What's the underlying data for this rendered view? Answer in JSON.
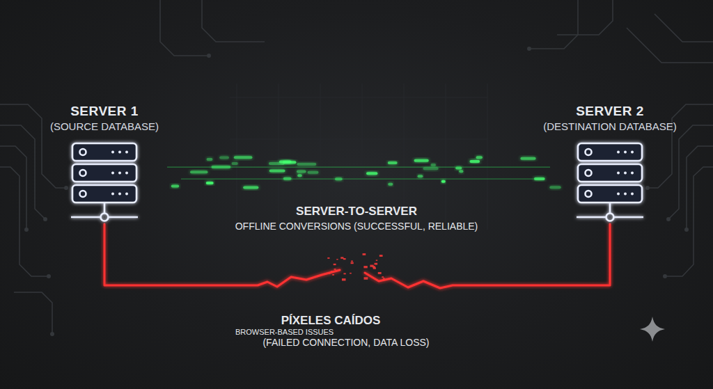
{
  "diagram": {
    "nodes": [
      {
        "text": [
          "SERVER 1",
          "(SOURCE DATABASE)"
        ]
      },
      {
        "text": [
          "SERVER 2",
          "(DESTINATION DATABASE)"
        ]
      }
    ],
    "edges": [
      {
        "from": 0,
        "to": 1,
        "arrow": "none"
      },
      {
        "from": 0,
        "to": 1,
        "arrow": "none"
      }
    ],
    "labels": [
      "SERVER-TO-SERVER",
      "OFFLINE CONVERSIONS (SUCCESSFUL, RELIABLE)",
      "PÍXELES CAÍDOS",
      "BROWSER-BASED ISSUES",
      "(FAILED CONNECTION, DATA LOSS)"
    ]
  }
}
